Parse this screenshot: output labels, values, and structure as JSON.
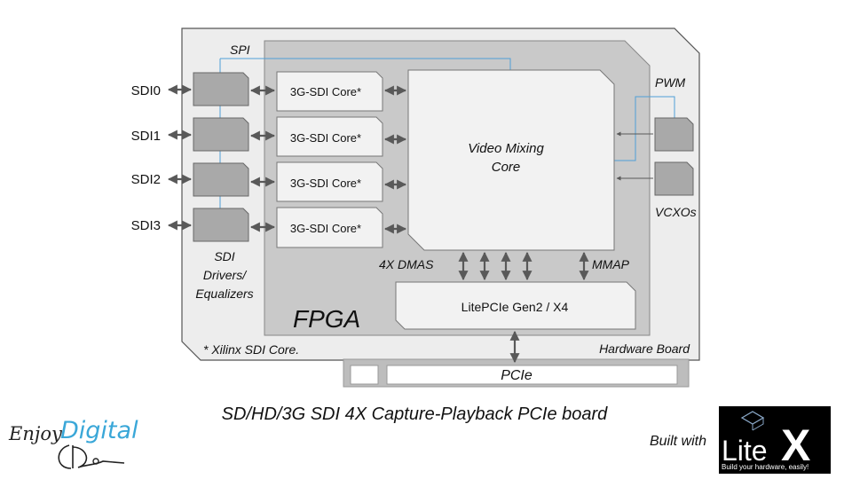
{
  "sdi_ports": [
    "SDI0",
    "SDI1",
    "SDI2",
    "SDI3"
  ],
  "labels": {
    "spi": "SPI",
    "pwm": "PWM",
    "vcxos": "VCXOs",
    "sdi_core": "3G-SDI Core*",
    "video_mixing_line1": "Video Mixing",
    "video_mixing_line2": "Core",
    "sdi_drivers_line1": "SDI",
    "sdi_drivers_line2": "Drivers/",
    "sdi_drivers_line3": "Equalizers",
    "dmas": "4X DMAS",
    "mmap": "MMAP",
    "litepcie": "LitePCIe Gen2 / X4",
    "fpga": "FPGA",
    "footnote": "* Xilinx SDI Core.",
    "hardware_board": "Hardware Board",
    "pcie": "PCIe",
    "caption": "SD/HD/3G SDI 4X Capture-Playback PCIe board",
    "built_with": "Built with"
  },
  "logos": {
    "enjoy_digital_word1": "Enjoy",
    "enjoy_digital_word2": "Digital",
    "litex_word1": "Lite",
    "litex_word2": "X",
    "litex_tagline": "Build your hardware, easily!"
  },
  "colors": {
    "board_fill": "#ededed",
    "fpga_fill": "#c9c9c9",
    "block_fill": "#f2f2f2",
    "chip_fill": "#a9a9a9",
    "spi_line": "#4f9fd6",
    "arrow": "#595959",
    "enjoy_accent": "#3aa7d8"
  }
}
